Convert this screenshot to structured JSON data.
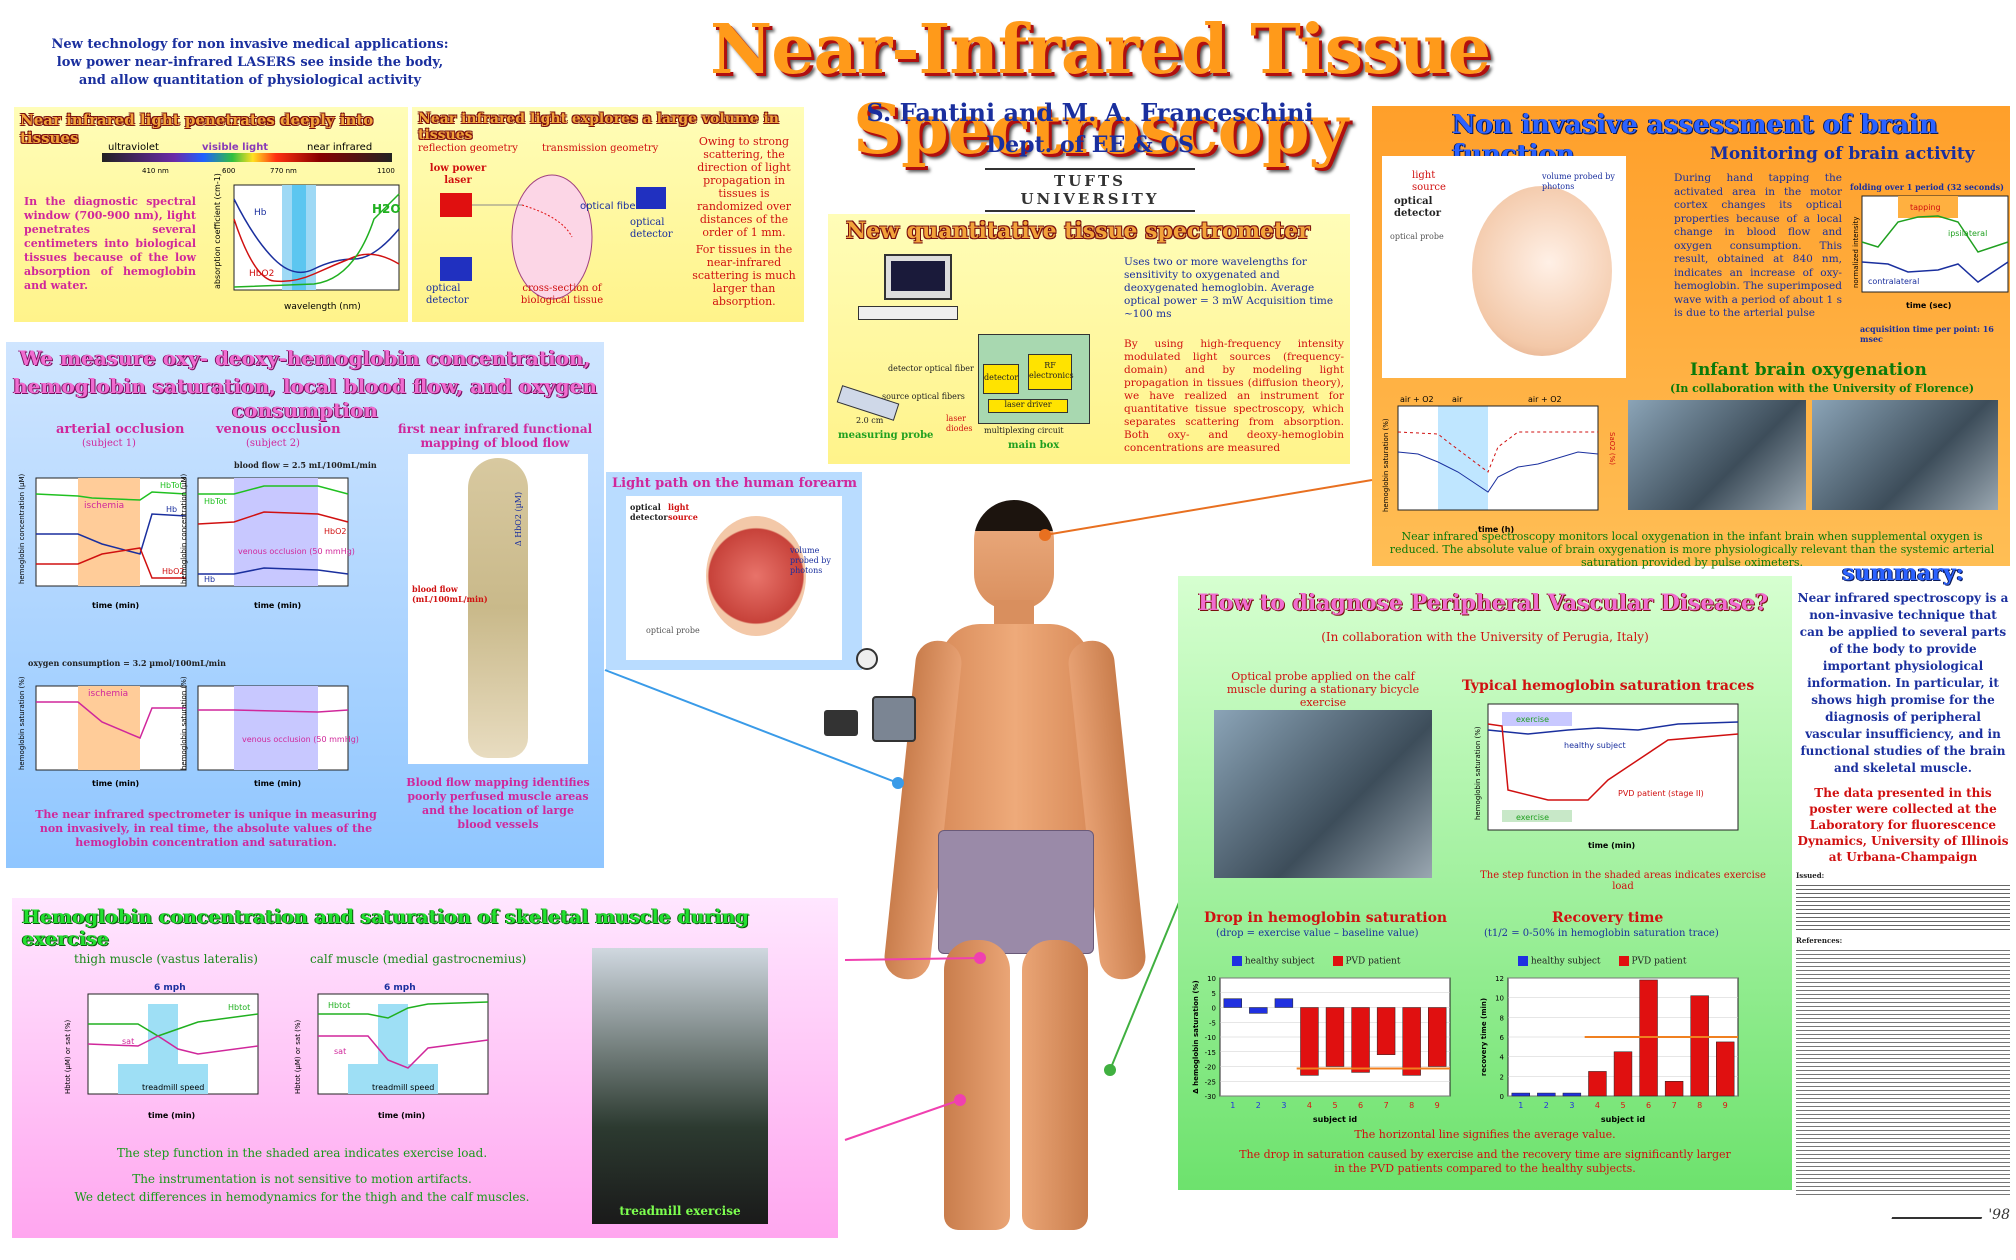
{
  "header": {
    "tagline": [
      "New technology for non invasive medical applications:",
      "low power near-infrared LASERS see inside the body,",
      "and allow quantitation of physiological activity"
    ],
    "title": "Near-Infrared Tissue Spectroscopy",
    "authors": "S. Fantini and M. A. Franceschini",
    "dept": "Dept. of EE & CS",
    "university": "TUFTS UNIVERSITY"
  },
  "panel1": {
    "title": "Near infrared light penetrates deeply into tissues",
    "spectrum": {
      "uv": "ultraviolet",
      "vis": "visible light",
      "nir": "near infrared",
      "t410": "410 nm",
      "t600": "600",
      "t770": "770 nm",
      "t1100": "1100"
    },
    "text": "In the diagnostic spectral window (700-900 nm), light penetrates several centimeters into biological tissues because of the low absorption of hemoglobin and water.",
    "ylabel": "absorption coefficient (cm-1)",
    "xlabel": "wavelength (nm)",
    "hb": "Hb",
    "hbo2": "HbO2",
    "h2o": "H2O"
  },
  "panel2": {
    "title": "Near infrared light explores a large volume in tissues",
    "reflection": "reflection geometry",
    "transmission": "transmission geometry",
    "laser_label": "low power laser",
    "fiber": "optical fiber",
    "detector1": "optical detector",
    "detector2": "optical detector",
    "section": "cross-section of biological tissue",
    "text1": "Owing to strong scattering, the direction of light propagation in tissues is randomized over distances of the order of 1 mm.",
    "text2": "For tissues in the near-infrared scattering is much larger than absorption."
  },
  "panel3": {
    "title": "New quantitative tissue spectrometer",
    "text1": "Uses two or more wavelengths for sensitivity to oxygenated and deoxygenated hemoglobin. Average optical power = 3 mW Acquisition time ~100 ms",
    "text2": "By using high-frequency intensity modulated light sources (frequency-domain) and by modeling light propagation in tissues (diffusion theory), we have realized an instrument for quantitative tissue spectroscopy, which separates scattering from absorption. Both oxy- and deoxy-hemoglobin concentrations are measured",
    "labels": {
      "det_fibers": "detector optical fiber",
      "src_fibers": "source optical fibers",
      "detector": "detector",
      "rf": "RF electronics",
      "laser_driver": "laser driver",
      "mux": "multiplexing circuit",
      "laser_diodes": "laser diodes",
      "probe": "measuring probe",
      "main": "main box",
      "cm": "2.0 cm"
    }
  },
  "panel4": {
    "title": "Non invasive assessment of brain function",
    "subtitle": "Monitoring of brain activity",
    "labels": {
      "light": "light source",
      "detector": "optical detector",
      "probe": "optical probe",
      "volume": "volume probed by photons"
    },
    "text": "During hand tapping the activated area in the motor cortex changes its optical properties because of a local change in blood flow and oxygen consumption. This result, obtained at 840 nm, indicates an increase of oxy-hemoglobin. The superimposed wave with a period of about 1 s is due to the arterial pulse",
    "fold": "folding over 1 period (32 seconds)",
    "tapping": "tapping",
    "ipsi": "ipsilateral",
    "contra": "contralateral",
    "xlabel": "time (sec)",
    "ylabel": "normalized intensity",
    "acq": "acquisition time per point: 16 msec",
    "infant_title": "Infant brain oxygenation",
    "infant_sub": "(In collaboration with the University of Florence)",
    "air_o2": "air + O2",
    "air": "air",
    "hb_sat": "hemoglobin saturation (%)",
    "sao2": "SaO2 (%)",
    "time_h": "time (h)",
    "caption": "Near infrared spectroscopy monitors local oxygenation in the infant brain when supplemental oxygen is reduced. The absolute value of brain oxygenation is more physiologically relevant than the systemic arterial saturation provided by pulse oximeters."
  },
  "panel5": {
    "title1": "We measure oxy- deoxy-hemoglobin concentration,",
    "title2": "hemoglobin saturation, local blood flow, and oxygen consumption",
    "arterial": "arterial occlusion",
    "venous": "venous occlusion",
    "subj1": "(subject 1)",
    "subj2": "(subject 2)",
    "first": "first near infrared functional mapping of blood flow",
    "ischemia": "ischemia",
    "blood_flow": "blood flow = 2.5 mL/100mL/min",
    "venous_occ": "venous occlusion (50 mmHg)",
    "o2cons": "oxygen consumption = 3.2 µmol/100mL/min",
    "conc_label": "hemoglobin concentration (µM)",
    "sat_label": "hemoglobin saturation (%)",
    "time_min": "time (min)",
    "blood_flow_label": "blood flow (mL/100mL/min)",
    "dhbo2": "Δ HbO2 (µM)",
    "caption_map": "Blood flow mapping identifies poorly perfused muscle areas and the location of large blood vessels",
    "caption": "The near infrared spectrometer is unique in measuring non invasively, in real time, the absolute values of the hemoglobin concentration and saturation.",
    "hbtot": "HbTot",
    "hb": "Hb",
    "hbo2": "HbO2"
  },
  "panel6": {
    "title": "Light path on the human forearm",
    "detector": "optical detector",
    "light": "light source",
    "volume": "volume probed by photons",
    "probe": "optical probe"
  },
  "panel7": {
    "title": "How to diagnose Peripheral Vascular Disease?",
    "sub": "(In collaboration with the University of Perugia, Italy)",
    "probe_cap": "Optical probe applied on the calf muscle during a stationary bicycle exercise",
    "traces_title": "Typical hemoglobin saturation traces",
    "exercise": "exercise",
    "healthy": "healthy subject",
    "pvd": "PVD patient (stage II)",
    "sat_label": "hemoglobin saturation (%)",
    "time_min": "time (min)",
    "step": "The step function in the shaded areas indicates exercise load",
    "drop_title": "Drop in hemoglobin saturation",
    "drop_sub": "(drop = exercise value – baseline value)",
    "rec_title": "Recovery time",
    "rec_sub": "(t1/2 = 0-50% in hemoglobin saturation trace)",
    "legend_healthy": "healthy subject",
    "legend_pvd": "PVD patient",
    "drop_ylabel": "Δ hemoglobin saturation (%)",
    "rec_ylabel": "recovery time (min)",
    "subject_id": "subject id",
    "hline": "The horizontal line signifies the average value.",
    "conclusion": "The drop in saturation caused by exercise and the recovery time are significantly larger in the PVD patients compared to the healthy subjects."
  },
  "panel8": {
    "title": "Hemoglobin concentration and saturation of skeletal muscle during exercise",
    "thigh": "thigh muscle (vastus lateralis)",
    "calf": "calf muscle (medial gastrocnemius)",
    "mph": "6 mph",
    "sat": "sat",
    "hbtot": "Hbtot",
    "speed": "treadmill speed",
    "ylabel": "Hbtot (µM) or sat (%)",
    "xlabel": "time (min)",
    "treadmill": "treadmill exercise",
    "line1": "The step function in the shaded area indicates exercise load.",
    "line2": "The instrumentation is not sensitive to motion artifacts.",
    "line3": "We detect differences in hemodynamics for the thigh and the calf muscles."
  },
  "summary": {
    "title": "summary:",
    "text": "Near infrared spectroscopy is a non-invasive technique that can be applied to several parts of the body to provide important physiological information. In particular, it shows high promise for the diagnosis of peripheral vascular insufficiency, and in functional studies of the brain and skeletal muscle.",
    "credit": "The data presented in this poster were collected at the Laboratory for fluorescence Dynamics, University of Illinois at Urbana-Champaign",
    "issued": "Issued:",
    "refs": "References:",
    "signature": "'98"
  },
  "chart_data": [
    {
      "type": "bar",
      "title": "Drop in hemoglobin saturation",
      "xlabel": "subject id",
      "ylabel": "Δ hemoglobin saturation (%)",
      "ylim": [
        -30,
        10
      ],
      "categories": [
        "1",
        "2",
        "3",
        "4",
        "5",
        "6",
        "7",
        "8",
        "9"
      ],
      "series": [
        {
          "name": "healthy subject",
          "values": [
            3,
            -2,
            3,
            null,
            null,
            null,
            null,
            null,
            null
          ]
        },
        {
          "name": "PVD patient",
          "values": [
            null,
            null,
            null,
            -23,
            -20,
            -22,
            -16,
            -23,
            -20
          ]
        }
      ]
    },
    {
      "type": "bar",
      "title": "Recovery time",
      "xlabel": "subject id",
      "ylabel": "recovery time (min)",
      "ylim": [
        0,
        12
      ],
      "categories": [
        "1",
        "2",
        "3",
        "4",
        "5",
        "6",
        "7",
        "8",
        "9"
      ],
      "series": [
        {
          "name": "healthy subject",
          "values": [
            0.3,
            0.3,
            0.3,
            null,
            null,
            null,
            null,
            null,
            null
          ]
        },
        {
          "name": "PVD patient",
          "values": [
            null,
            null,
            null,
            2.5,
            4.5,
            11.8,
            1.5,
            10.2,
            5.5
          ]
        }
      ]
    }
  ]
}
